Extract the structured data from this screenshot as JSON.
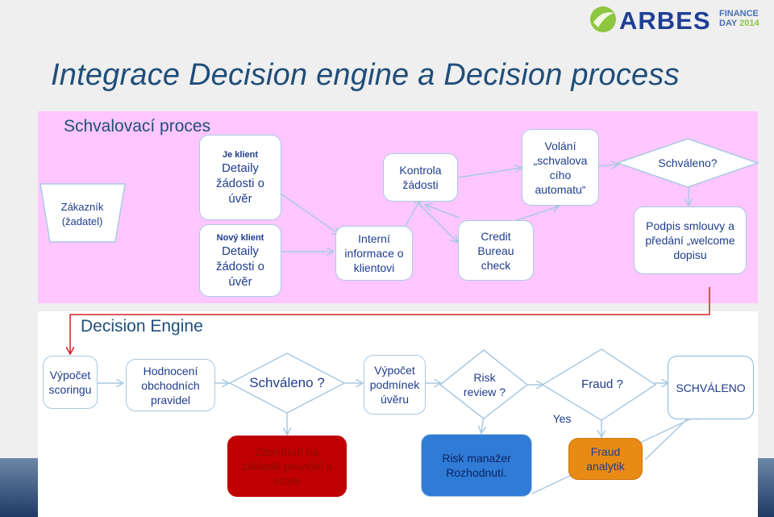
{
  "header": {
    "title": "Integrace Decision engine a Decision process",
    "logo_word": "ARBES",
    "logo_line1": "FINANCE",
    "logo_line2_day": "DAY",
    "logo_line2_year": "2014"
  },
  "approval": {
    "section_title": "Schvalovací proces",
    "customer": "Zákazník (žadatel)",
    "existing_client_head": "Je klient",
    "existing_client_body": "Detaily žádosti o úvěr",
    "new_client_head": "Nový klient",
    "new_client_body": "Detaily žádosti o úvěr",
    "internal_info": "Interní informace o klientovi",
    "check_request": "Kontrola žádosti",
    "credit_bureau": "Credit Bureau check",
    "call_automat": "Volání „schvalova cího automatu“",
    "approved_q": "Schváleno?",
    "signing": "Podpis smlouvy a předání „welcome dopisu"
  },
  "engine": {
    "section_title": "Decision Engine",
    "scoring": "Výpočet scoringu",
    "business_rules": "Hodnocení obchodních pravidel",
    "approved_q": "Schváleno ?",
    "loan_terms": "Výpočet podmínek úvěru",
    "risk_review": "Risk review ?",
    "fraud_q": "Fraud ?",
    "yes_label": "Yes",
    "approved_final": "SCHVÁLENO",
    "rejected": "Zamítnutí na základě pravidel a score",
    "risk_manager": "Risk manažer Rozhodnutí.",
    "fraud_analyst": "Fraud analytik"
  },
  "colors": {
    "title": "#1f4e79",
    "node_text": "#1f3d8c",
    "node_border": "#a9c9e2",
    "arrow_blue": "#a9c9e2",
    "arrow_red": "#d62020",
    "pink_band": "#ffc6ff",
    "reject_fill": "#c00000",
    "risk_fill": "#2f7bd6",
    "fraud_fill": "#e88b14",
    "logo_blue": "#1e3f94",
    "logo_green": "#8dc63f"
  }
}
